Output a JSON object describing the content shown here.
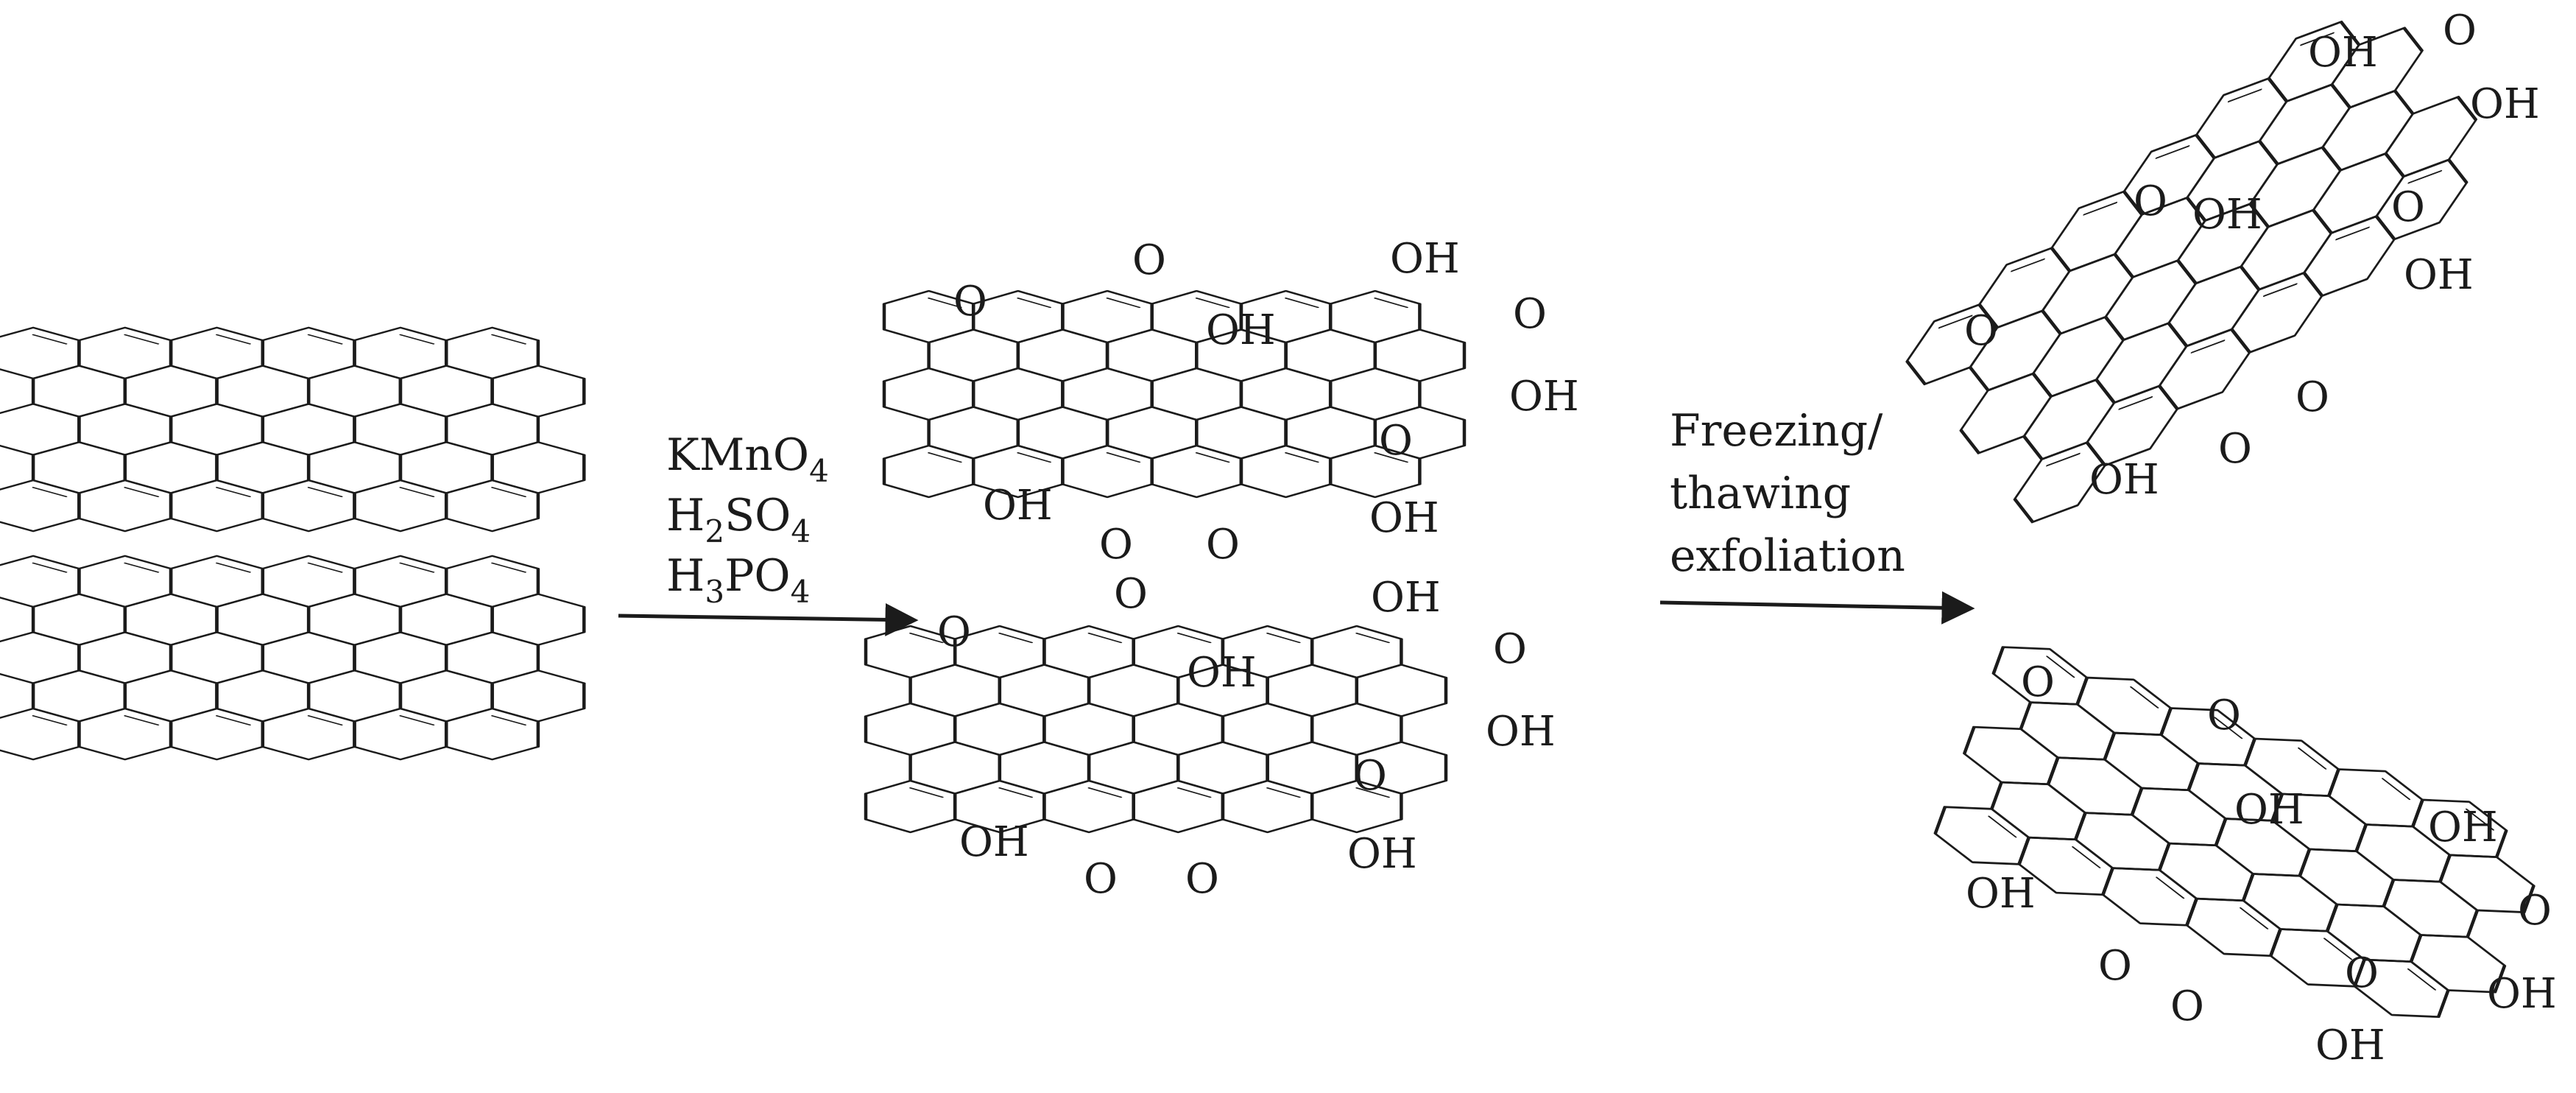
{
  "reagents": {
    "r1": {
      "main": "KMnO",
      "sub": "4"
    },
    "r2": {
      "a": "H",
      "a_sub": "2",
      "b": "SO",
      "b_sub": "4"
    },
    "r3": {
      "a": "H",
      "a_sub": "3",
      "b": "PO",
      "b_sub": "4"
    }
  },
  "conditions": {
    "line1": "Freezing/",
    "line2": "thawing",
    "line3": "exfoliation"
  },
  "groups": {
    "oh": "OH",
    "o": "O"
  }
}
